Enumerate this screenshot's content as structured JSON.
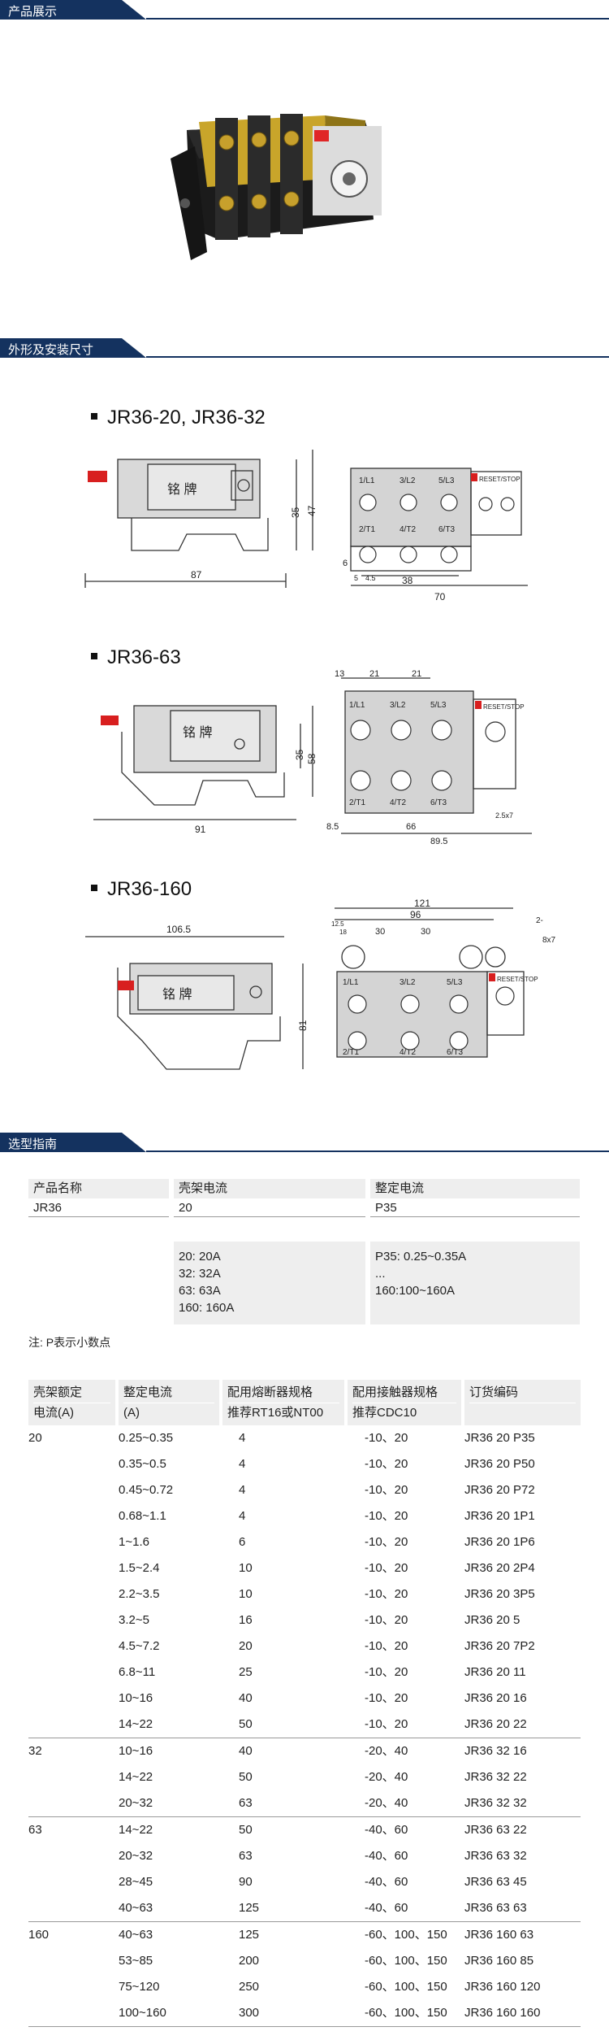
{
  "sections": {
    "display": "产品展示",
    "dimensions": "外形及安装尺寸",
    "selection": "选型指南"
  },
  "models": {
    "m1": "JR36-20, JR36-32",
    "m2": "JR36-63",
    "m3": "JR36-160"
  },
  "drawing_labels": {
    "nameplate": "铭  牌",
    "terms_top": [
      "1/L1",
      "3/L2",
      "5/L3"
    ],
    "terms_bottom": [
      "2/T1",
      "4/T2",
      "6/T3"
    ],
    "reset": "RESET/STOP",
    "d1": {
      "w87": "87",
      "h35": "35",
      "h47": "47",
      "h6": "6",
      "h5": "5",
      "h45": "4.5",
      "w38": "38",
      "w70": "70"
    },
    "d2": {
      "w13": "13",
      "w21a": "21",
      "w21b": "21",
      "h35": "35",
      "h58": "58",
      "w91": "91",
      "w85": "8.5",
      "w66": "66",
      "w895": "89.5",
      "hole": "2.5x7"
    },
    "d3": {
      "w1065": "106.5",
      "h81": "81",
      "w121": "121",
      "w96": "96",
      "w125": "12.5",
      "w18": "18",
      "w30a": "30",
      "w30b": "30",
      "hole1": "2-",
      "hole2": "8x7"
    }
  },
  "selection_guide": {
    "headers": [
      "产品名称",
      "壳架电流",
      "整定电流"
    ],
    "values": [
      "JR36",
      "20",
      "P35"
    ],
    "frame_options": [
      "20: 20A",
      "32: 32A",
      "63: 63A",
      "160: 160A"
    ],
    "setting_options": [
      "P35: 0.25~0.35A",
      "...",
      "160:100~160A"
    ],
    "note": "注: P表示小数点"
  },
  "order_table": {
    "headers": [
      {
        "l1": "壳架额定",
        "l2": "电流(A)"
      },
      {
        "l1": "整定电流",
        "l2": "(A)"
      },
      {
        "l1": "配用熔断器规格",
        "l2": "推荐RT16或NT00"
      },
      {
        "l1": "配用接触器规格",
        "l2": "推荐CDC10"
      },
      {
        "l1": "订货编码",
        "l2": ""
      }
    ],
    "groups": [
      {
        "frame": "20",
        "rows": [
          [
            "0.25~0.35",
            "4",
            "-10、20",
            "JR36 20 P35"
          ],
          [
            "0.35~0.5",
            "4",
            "-10、20",
            "JR36 20 P50"
          ],
          [
            "0.45~0.72",
            "4",
            "-10、20",
            "JR36 20 P72"
          ],
          [
            "0.68~1.1",
            "4",
            "-10、20",
            "JR36 20 1P1"
          ],
          [
            "1~1.6",
            "6",
            "-10、20",
            "JR36 20 1P6"
          ],
          [
            "1.5~2.4",
            "10",
            "-10、20",
            "JR36 20 2P4"
          ],
          [
            "2.2~3.5",
            "10",
            "-10、20",
            "JR36 20 3P5"
          ],
          [
            "3.2~5",
            "16",
            "-10、20",
            "JR36 20 5"
          ],
          [
            "4.5~7.2",
            "20",
            "-10、20",
            "JR36 20 7P2"
          ],
          [
            "6.8~11",
            "25",
            "-10、20",
            "JR36 20 11"
          ],
          [
            "10~16",
            "40",
            "-10、20",
            "JR36 20 16"
          ],
          [
            "14~22",
            "50",
            "-10、20",
            "JR36 20 22"
          ]
        ]
      },
      {
        "frame": "32",
        "rows": [
          [
            "10~16",
            "40",
            "-20、40",
            "JR36 32 16"
          ],
          [
            "14~22",
            "50",
            "-20、40",
            "JR36 32 22"
          ],
          [
            "20~32",
            "63",
            "-20、40",
            "JR36 32 32"
          ]
        ]
      },
      {
        "frame": "63",
        "rows": [
          [
            "14~22",
            "50",
            "-40、60",
            "JR36 63 22"
          ],
          [
            "20~32",
            "63",
            "-40、60",
            "JR36 63 32"
          ],
          [
            "28~45",
            "90",
            "-40、60",
            "JR36 63 45"
          ],
          [
            "40~63",
            "125",
            "-40、60",
            "JR36 63 63"
          ]
        ]
      },
      {
        "frame": "160",
        "rows": [
          [
            "40~63",
            "125",
            "-60、100、150",
            "JR36 160 63"
          ],
          [
            "53~85",
            "200",
            "-60、100、150",
            "JR36 160 85"
          ],
          [
            "75~120",
            "250",
            "-60、100、150",
            "JR36 160 120"
          ],
          [
            "100~160",
            "300",
            "-60、100、150",
            "JR36 160 160"
          ]
        ]
      }
    ]
  }
}
